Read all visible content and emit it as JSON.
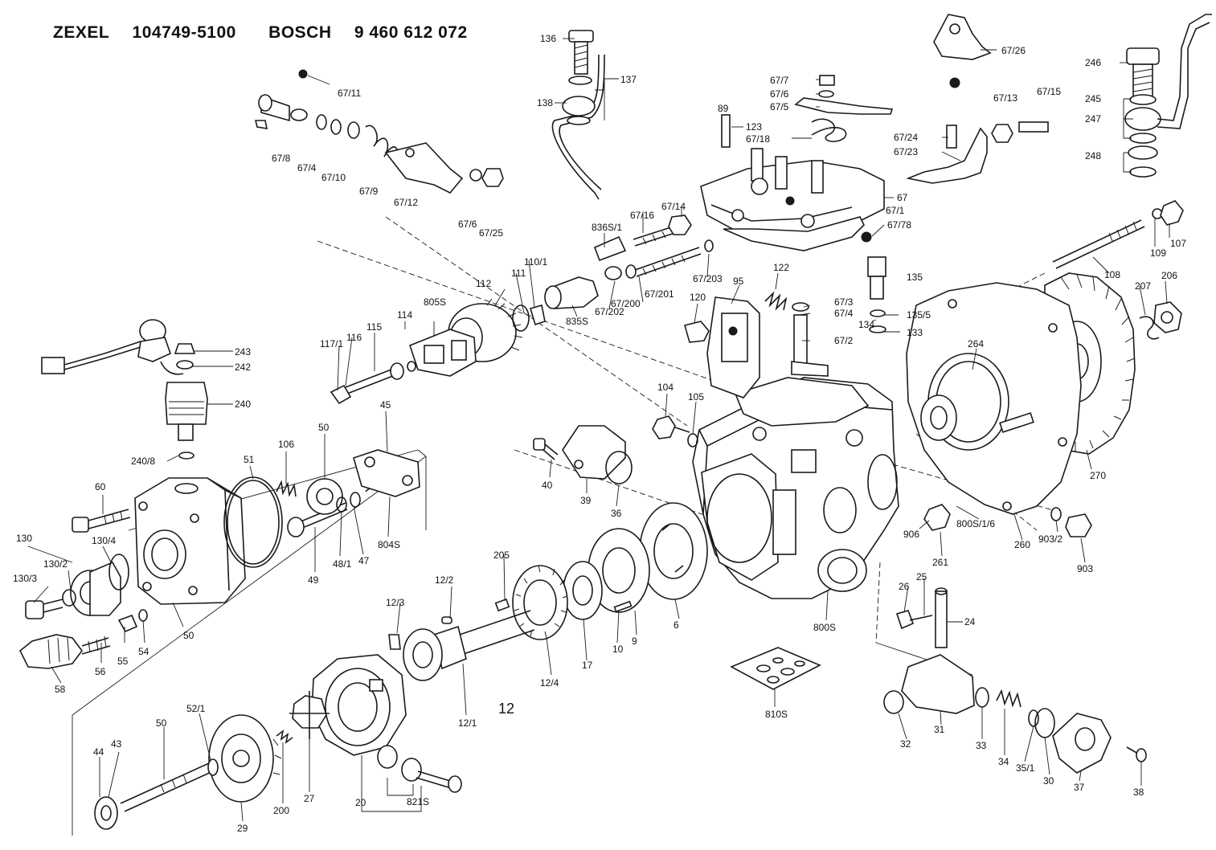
{
  "header": {
    "brand1": "ZEXEL",
    "part1": "104749-5100",
    "brand2": "BOSCH",
    "part2": "9 460 612 072"
  },
  "labels": {
    "l136": "136",
    "l137": "137",
    "l138": "138",
    "l67_11": "67/11",
    "l67_8": "67/8",
    "l67_4": "67/4",
    "l67_10": "67/10",
    "l67_9": "67/9",
    "l67_12": "67/12",
    "l67_6a": "67/6",
    "l67_25": "67/25",
    "l67_7": "67/7",
    "l67_6": "67/6",
    "l67_5": "67/5",
    "l89": "89",
    "l123": "123",
    "l67_18": "67/18",
    "l67_26": "67/26",
    "l67_13": "67/13",
    "l67_15": "67/15",
    "l67_24": "67/24",
    "l67_23": "67/23",
    "l67": "67",
    "l67_1": "67/1",
    "l67_78": "67/78",
    "l246": "246",
    "l245": "245",
    "l247": "247",
    "l248": "248",
    "l107": "107",
    "l109": "109",
    "l108": "108",
    "l207": "207",
    "l206": "206",
    "l836s1": "836S/1",
    "l67_16": "67/16",
    "l67_14": "67/14",
    "l122": "122",
    "l135": "135",
    "l67_3": "67/3",
    "l67_4b": "67/4",
    "l135_5": "135/5",
    "l134": "134",
    "l133": "133",
    "l67_2": "67/2",
    "l67_201": "67/201",
    "l67_203": "67/203",
    "l67_200": "67/200",
    "l67_202": "67/202",
    "l95": "95",
    "l120": "120",
    "l110_1": "110/1",
    "l111": "111",
    "l112": "112",
    "l805s": "805S",
    "l835s": "835S",
    "l114": "114",
    "l115": "115",
    "l116": "116",
    "l117_1": "117/1",
    "l264": "264",
    "l270": "270",
    "l243": "243",
    "l242": "242",
    "l240": "240",
    "l240_8": "240/8",
    "l45": "45",
    "l50a": "50",
    "l106": "106",
    "l51": "51",
    "l60": "60",
    "l130": "130",
    "l130_4": "130/4",
    "l130_2": "130/2",
    "l130_3": "130/3",
    "l49": "49",
    "l48_1": "48/1",
    "l47": "47",
    "l804s": "804S",
    "l50b": "50",
    "l54": "54",
    "l55": "55",
    "l56": "56",
    "l58": "58",
    "l104": "104",
    "l105": "105",
    "l40": "40",
    "l39": "39",
    "l36": "36",
    "l906": "906",
    "l261": "261",
    "l800s1_6": "800S/1/6",
    "l260": "260",
    "l903_2": "903/2",
    "l903": "903",
    "l800s": "800S",
    "l205": "205",
    "l12_2": "12/2",
    "l12_3": "12/3",
    "l12_4": "12/4",
    "l17": "17",
    "l10": "10",
    "l9": "9",
    "l6": "6",
    "l12_1": "12/1",
    "l12": "12",
    "l26": "26",
    "l25": "25",
    "l24": "24",
    "l810s": "810S",
    "l32": "32",
    "l31": "31",
    "l33": "33",
    "l34": "34",
    "l35_1": "35/1",
    "l30": "30",
    "l37": "37",
    "l38": "38",
    "l52_1": "52/1",
    "l50c": "50",
    "l44": "44",
    "l43": "43",
    "l29": "29",
    "l200": "200",
    "l27": "27",
    "l20": "20",
    "l821s": "821S"
  }
}
